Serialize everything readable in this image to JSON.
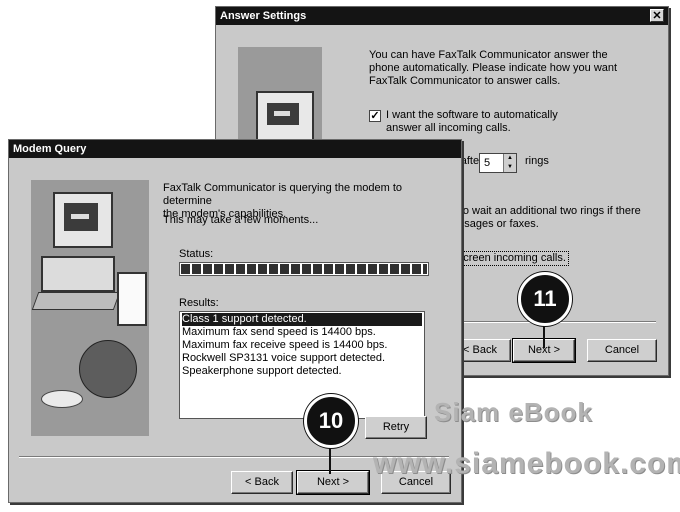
{
  "answer_settings": {
    "title": "Answer Settings",
    "close_glyph": "✕",
    "intro": "You can have FaxTalk Communicator answer the phone automatically. Please indicate how you want FaxTalk Communicator to answer calls.",
    "auto_answer_label": "I want the software to automatically answer all incoming calls.",
    "answer_after_label": "Answer the phone after",
    "rings_value": "5",
    "rings_label": "rings",
    "toll_saver_label": "Use Toll Saver to wait an additional two rings if there are no new messages or faxes.",
    "screen_calls_label": "I would like to screen incoming calls.",
    "back_label": "< Back",
    "next_label": "Next >",
    "cancel_label": "Cancel",
    "step_number": "11"
  },
  "modem_query": {
    "title": "Modem Query",
    "intro_line1": "FaxTalk Communicator is querying the modem to determine",
    "intro_line2": "the modem's capabilities.",
    "wait_text": "This may take a few moments...",
    "status_label": "Status:",
    "progress_fraction": 1.0,
    "results_label": "Results:",
    "results": [
      "Class 1 support detected.",
      "Maximum fax send speed is 14400 bps.",
      "Maximum fax receive speed is 14400 bps.",
      "Rockwell SP3131 voice support detected.",
      "Speakerphone support detected."
    ],
    "retry_label": "Retry",
    "back_label": "< Back",
    "next_label": "Next >",
    "cancel_label": "Cancel",
    "step_number": "10"
  },
  "watermark": {
    "line1": "Siam eBook",
    "line2": "www.siamebook.com"
  }
}
